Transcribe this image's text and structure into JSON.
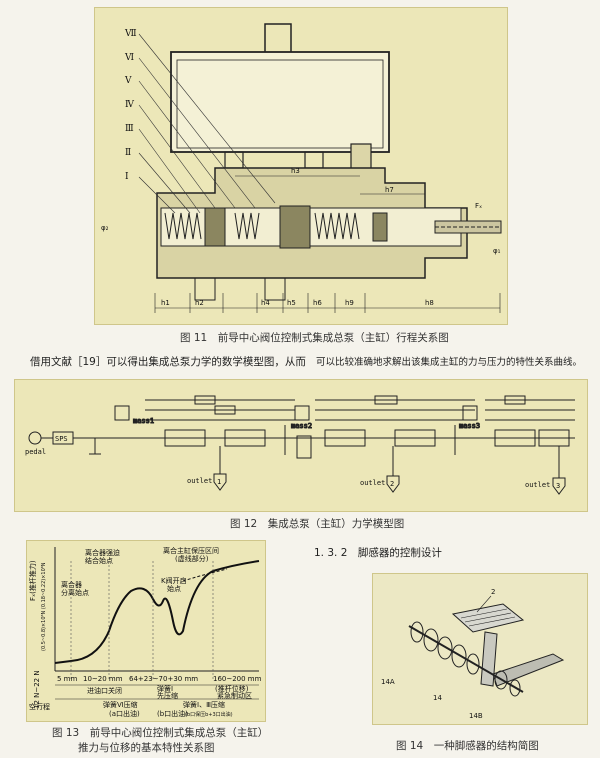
{
  "fig11": {
    "caption": "图 11　前导中心阀位控制式集成总泵（主缸）行程关系图",
    "roman_labels": [
      "Ⅶ",
      "Ⅵ",
      "Ⅴ",
      "Ⅳ",
      "Ⅲ",
      "Ⅱ",
      "Ⅰ"
    ],
    "dim_labels": [
      "h1",
      "h2",
      "h3",
      "h4",
      "h5",
      "h6",
      "h7",
      "h8",
      "h9"
    ],
    "force_label": "Fₓ",
    "phi_left": "φ₂",
    "phi_right": "φ₁"
  },
  "body_text": {
    "left": "借用文献［19］可以得出集成总泵力学的数学模型图，从而",
    "right": "可以比较准确地求解出该集成主缸的力与压力的特性关系曲线。"
  },
  "fig12": {
    "caption": "图 12　集成总泵（主缸）力学模型图",
    "pedal": "pedal",
    "sps": "SPS",
    "mass1": "mass1",
    "mass2": "mass2",
    "mass3": "mass3",
    "outlets": [
      {
        "label": "outlet",
        "num": "1"
      },
      {
        "label": "outlet",
        "num": "2"
      },
      {
        "label": "outlet",
        "num": "3"
      }
    ]
  },
  "fig13": {
    "caption_line1": "图 13　前导中心阀位控制式集成总泵（主缸）",
    "caption_line2": "推力与位移的基本特性关系图",
    "y_axis_label": "Fₓ(推杆推力)",
    "y_vals": "(0.5~0.8)×10⁶N  (0.18~0.22)×10⁶N",
    "y_bottom": "12 N~22 N",
    "x_first": "5 mm",
    "ranges": [
      "10~20 mm",
      "64+23~70+30 mm",
      "160~200 mm",
      "(推杆位移)"
    ],
    "annotations": {
      "a1": "离合器强迫",
      "a1b": "结合始点",
      "a2": "离合器",
      "a2b": "分离始点",
      "a3": "离合主缸保压区间",
      "a3b": "(虚线部分)",
      "a4": "K阀开启",
      "a4b": "始点",
      "a5": "进油口关闭",
      "a6": "弹簧Ⅰ",
      "a6b": "先压缩",
      "a7": "紧急制动区",
      "b1": "空行程",
      "b2": "弹簧Ⅵ压缩",
      "b3": "(a口出油)",
      "b4": "弹簧Ⅰ、Ⅲ压缩",
      "b5": "(b口出油)",
      "b6": "(b口保压b+3口出油)"
    }
  },
  "section": {
    "heading": "1. 3. 2　脚感器的控制设计"
  },
  "fig14": {
    "caption": "图 14　一种脚感器的结构简图",
    "labels": [
      "2",
      "14A",
      "14",
      "14B"
    ]
  }
}
